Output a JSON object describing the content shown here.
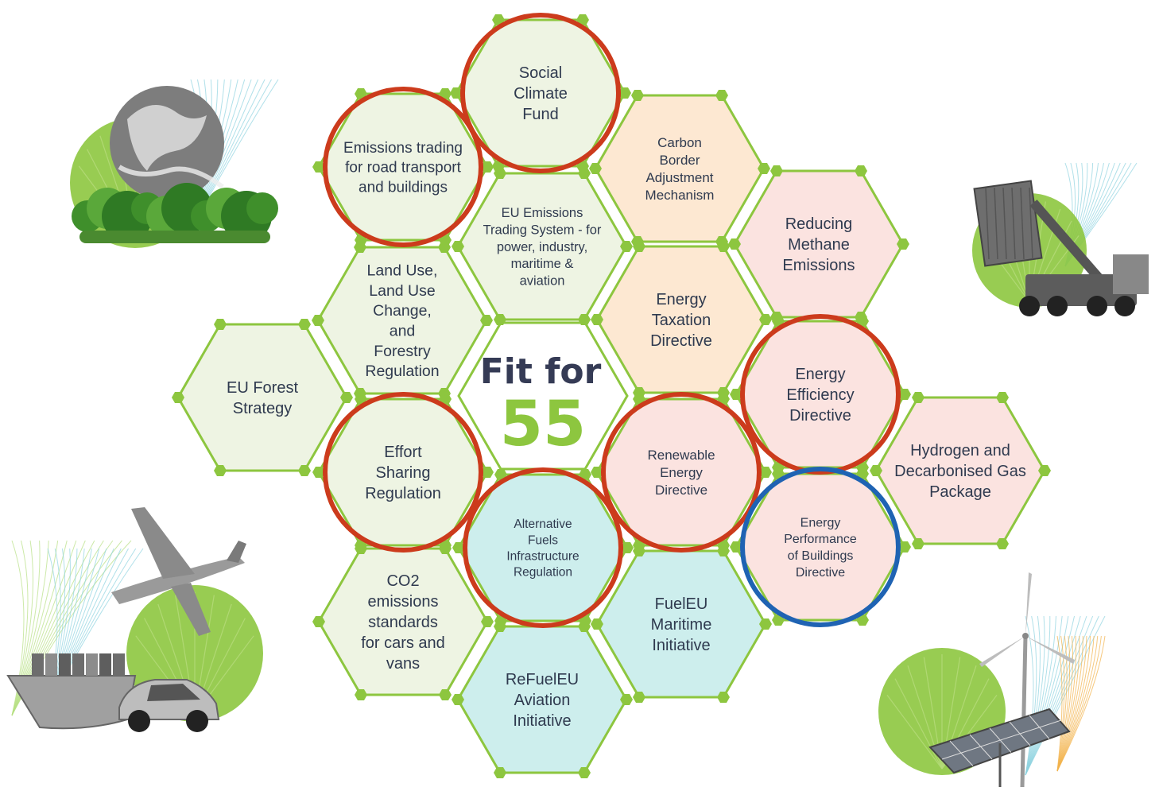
{
  "title": {
    "line1": "Fit for",
    "line2": "55"
  },
  "colors": {
    "green_outline": "#8dc63f",
    "red_circle": "#cc3b1c",
    "blue_circle": "#1f63b3",
    "fill_green": "#eef4e3",
    "fill_orange": "#fde8d2",
    "fill_pink": "#fbe3e0",
    "fill_teal": "#cdeeed",
    "text": "#2f3a4f"
  },
  "hexes": [
    {
      "id": "social-climate-fund",
      "lines": [
        "Social",
        "Climate",
        "Fund"
      ],
      "fill": "green",
      "ring": "red"
    },
    {
      "id": "ets-road-buildings",
      "lines": [
        "Emissions trading",
        "for road transport",
        "and buildings"
      ],
      "fill": "green",
      "ring": "red"
    },
    {
      "id": "cbam",
      "lines": [
        "Carbon",
        "Border",
        "Adjustment",
        "Mechanism"
      ],
      "fill": "orange",
      "ring": ""
    },
    {
      "id": "eu-ets",
      "lines": [
        "EU Emissions",
        "Trading System - for",
        "power, industry,",
        "maritime &",
        "aviation"
      ],
      "fill": "green",
      "ring": ""
    },
    {
      "id": "methane",
      "lines": [
        "Reducing",
        "Methane",
        "Emissions"
      ],
      "fill": "pink",
      "ring": ""
    },
    {
      "id": "lulucf",
      "lines": [
        "Land Use,",
        "Land Use",
        "Change,",
        "and",
        "Forestry",
        "Regulation"
      ],
      "fill": "green",
      "ring": ""
    },
    {
      "id": "energy-taxation",
      "lines": [
        "Energy",
        "Taxation",
        "Directive"
      ],
      "fill": "orange",
      "ring": ""
    },
    {
      "id": "forest-strategy",
      "lines": [
        "EU Forest",
        "Strategy"
      ],
      "fill": "green",
      "ring": ""
    },
    {
      "id": "energy-efficiency",
      "lines": [
        "Energy",
        "Efficiency",
        "Directive"
      ],
      "fill": "pink",
      "ring": "red"
    },
    {
      "id": "effort-sharing",
      "lines": [
        "Effort",
        "Sharing",
        "Regulation"
      ],
      "fill": "green",
      "ring": "red"
    },
    {
      "id": "renewable-energy",
      "lines": [
        "Renewable",
        "Energy",
        "Directive"
      ],
      "fill": "pink",
      "ring": "red"
    },
    {
      "id": "hydrogen",
      "lines": [
        "Hydrogen and",
        "Decarbonised Gas",
        "Package"
      ],
      "fill": "pink",
      "ring": ""
    },
    {
      "id": "afir",
      "lines": [
        "Alternative",
        "Fuels",
        "Infrastructure",
        "Regulation"
      ],
      "fill": "teal",
      "ring": "red"
    },
    {
      "id": "epbd",
      "lines": [
        "Energy",
        "Performance",
        "of Buildings",
        "Directive"
      ],
      "fill": "pink",
      "ring": "blue"
    },
    {
      "id": "co2-cars",
      "lines": [
        "CO2",
        "emissions",
        "standards",
        "for cars and",
        "vans"
      ],
      "fill": "green",
      "ring": ""
    },
    {
      "id": "fueleu-maritime",
      "lines": [
        "FuelEU",
        "Maritime",
        "Initiative"
      ],
      "fill": "teal",
      "ring": ""
    },
    {
      "id": "refueleu-aviation",
      "lines": [
        "ReFuelEU",
        "Aviation",
        "Initiative"
      ],
      "fill": "teal",
      "ring": ""
    }
  ],
  "illustrations": [
    {
      "id": "earth-trees",
      "icon": "earth-with-trees"
    },
    {
      "id": "container-loader",
      "icon": "container-reach-stacker"
    },
    {
      "id": "transport",
      "icon": "plane-ship-car"
    },
    {
      "id": "renewables",
      "icon": "wind-turbine-solar-panel"
    }
  ]
}
